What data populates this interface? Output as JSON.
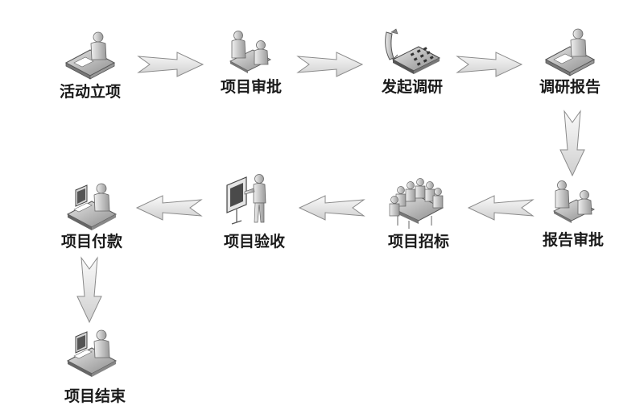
{
  "steps": [
    {
      "label": "活动立项",
      "icon": "person-at-desk-icon"
    },
    {
      "label": "项目审批",
      "icon": "meeting-icon"
    },
    {
      "label": "发起调研",
      "icon": "phone-icon"
    },
    {
      "label": "调研报告",
      "icon": "person-at-desk-icon"
    },
    {
      "label": "报告审批",
      "icon": "meeting-icon"
    },
    {
      "label": "项目招标",
      "icon": "conference-table-icon"
    },
    {
      "label": "项目验收",
      "icon": "presenter-board-icon"
    },
    {
      "label": "项目付款",
      "icon": "person-at-computer-icon"
    },
    {
      "label": "项目结束",
      "icon": "person-at-computer-icon"
    }
  ],
  "colors": {
    "arrow_fill": "#e8e8e8",
    "arrow_stroke": "#8a8a8a",
    "icon_gray": "#9a9a9a",
    "text": "#1a1a1a"
  }
}
